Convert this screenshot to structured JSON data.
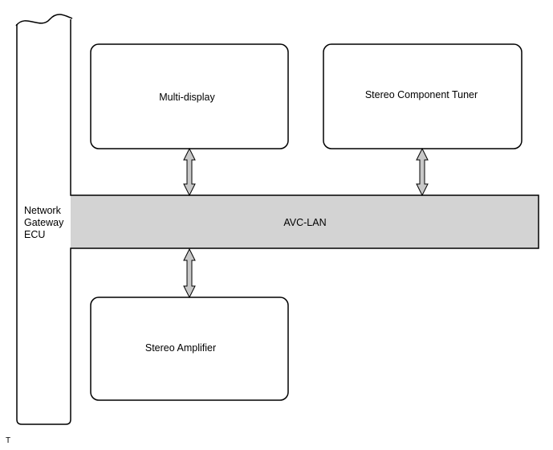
{
  "diagram": {
    "nodes": {
      "network_gateway_ecu": {
        "lines": [
          "Network",
          "Gateway",
          "ECU"
        ]
      },
      "multi_display": {
        "label": "Multi-display"
      },
      "stereo_component_tuner": {
        "label": "Stereo Component Tuner"
      },
      "avc_lan": {
        "label": "AVC-LAN"
      },
      "stereo_amplifier": {
        "label": "Stereo Amplifier"
      }
    },
    "edges": [
      {
        "from": "multi_display",
        "to": "avc_lan",
        "type": "bidirectional"
      },
      {
        "from": "stereo_component_tuner",
        "to": "avc_lan",
        "type": "bidirectional"
      },
      {
        "from": "stereo_amplifier",
        "to": "avc_lan",
        "type": "bidirectional"
      }
    ],
    "colors": {
      "bus_fill": "#d3d3d3",
      "arrow_fill": "#c8c8c8",
      "stroke": "#000000",
      "box_fill": "#ffffff"
    }
  },
  "footer": {
    "mark": "T"
  }
}
